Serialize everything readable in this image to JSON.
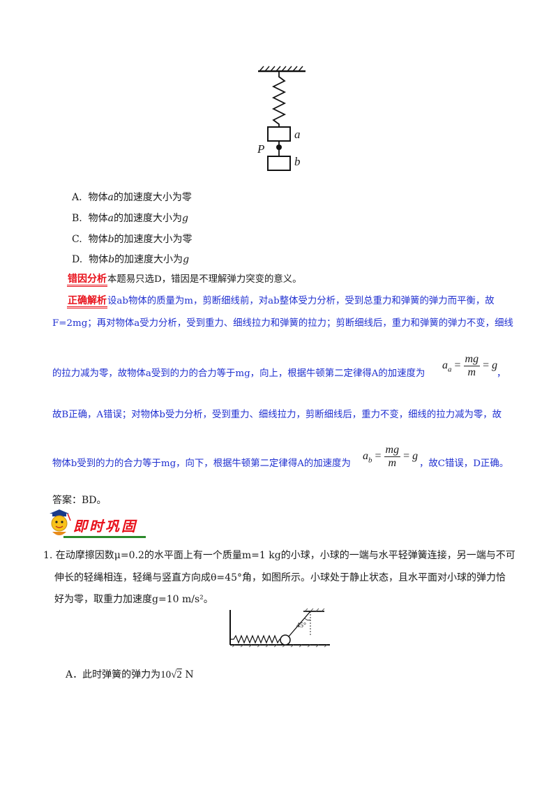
{
  "figure1": {
    "label_a": "a",
    "label_b": "b",
    "label_p": "P"
  },
  "options": [
    {
      "letter": "A.",
      "pre": "物体",
      "var": "a",
      "post": "的加速度大小为零"
    },
    {
      "letter": "B.",
      "pre": "物体",
      "var": "a",
      "post": "的加速度大小为",
      "tail": "g"
    },
    {
      "letter": "C.",
      "pre": "物体",
      "var": "b",
      "post": "的加速度大小为零"
    },
    {
      "letter": "D.",
      "pre": "物体",
      "var": "b",
      "post": "的加速度大小为",
      "tail": "g"
    }
  ],
  "error_analysis": {
    "tag": "错因分析",
    "text": "本题易只选D，错因是不理解弹力突变的意义。"
  },
  "correct_analysis": {
    "tag": "正确解析",
    "line1": "设ab物体的质量为m，剪断细线前，对ab整体受力分析，受到总重力和弹簧的弹力而平衡，故",
    "line2": "F=2mg；再对物体a受力分析，受到重力、细线拉力和弹簧的拉力；剪断细线后，重力和弹簧的弹力不变，细线",
    "line3": "的拉力减为零，故物体a受到的力的合力等于mg，向上，根据牛顿第二定律得A的加速度为",
    "line3_end": "，",
    "line4": "故B正确，A错误；对物体b受力分析，受到重力、细线拉力，剪断细线后，重力不变，细线的拉力减为零，故",
    "line5": "物体b受到的力的合力等于mg，向下，根据牛顿第二定律得A的加速度为",
    "line5_end": "，故C错误，D正确。",
    "formula_a": {
      "lhs": "a",
      "sub": "a",
      "num": "mg",
      "den": "m",
      "rhs": "g"
    },
    "formula_b": {
      "lhs": "a",
      "sub": "b",
      "num": "mg",
      "den": "m",
      "rhs": "g"
    }
  },
  "answer": "答案：BD。",
  "section_banner": "即时巩固",
  "question1": {
    "line1": "1. 在动摩擦因数μ=0.2的水平面上有一个质量m=1 kg的小球，小球的一端与水平轻弹簧连接，另一端与不可",
    "line2": "伸长的轻绳相连，轻绳与竖直方向成θ=45°角，如图所示。小球处于静止状态，且水平面对小球的弹力恰",
    "line3": "好为零，取重力加速度g=10 m/s²。",
    "figure_angle": "45°",
    "option_a_text": "A．此时弹簧的弹力为",
    "option_a_value": "10",
    "option_a_root": "2",
    "option_a_unit": "N"
  }
}
